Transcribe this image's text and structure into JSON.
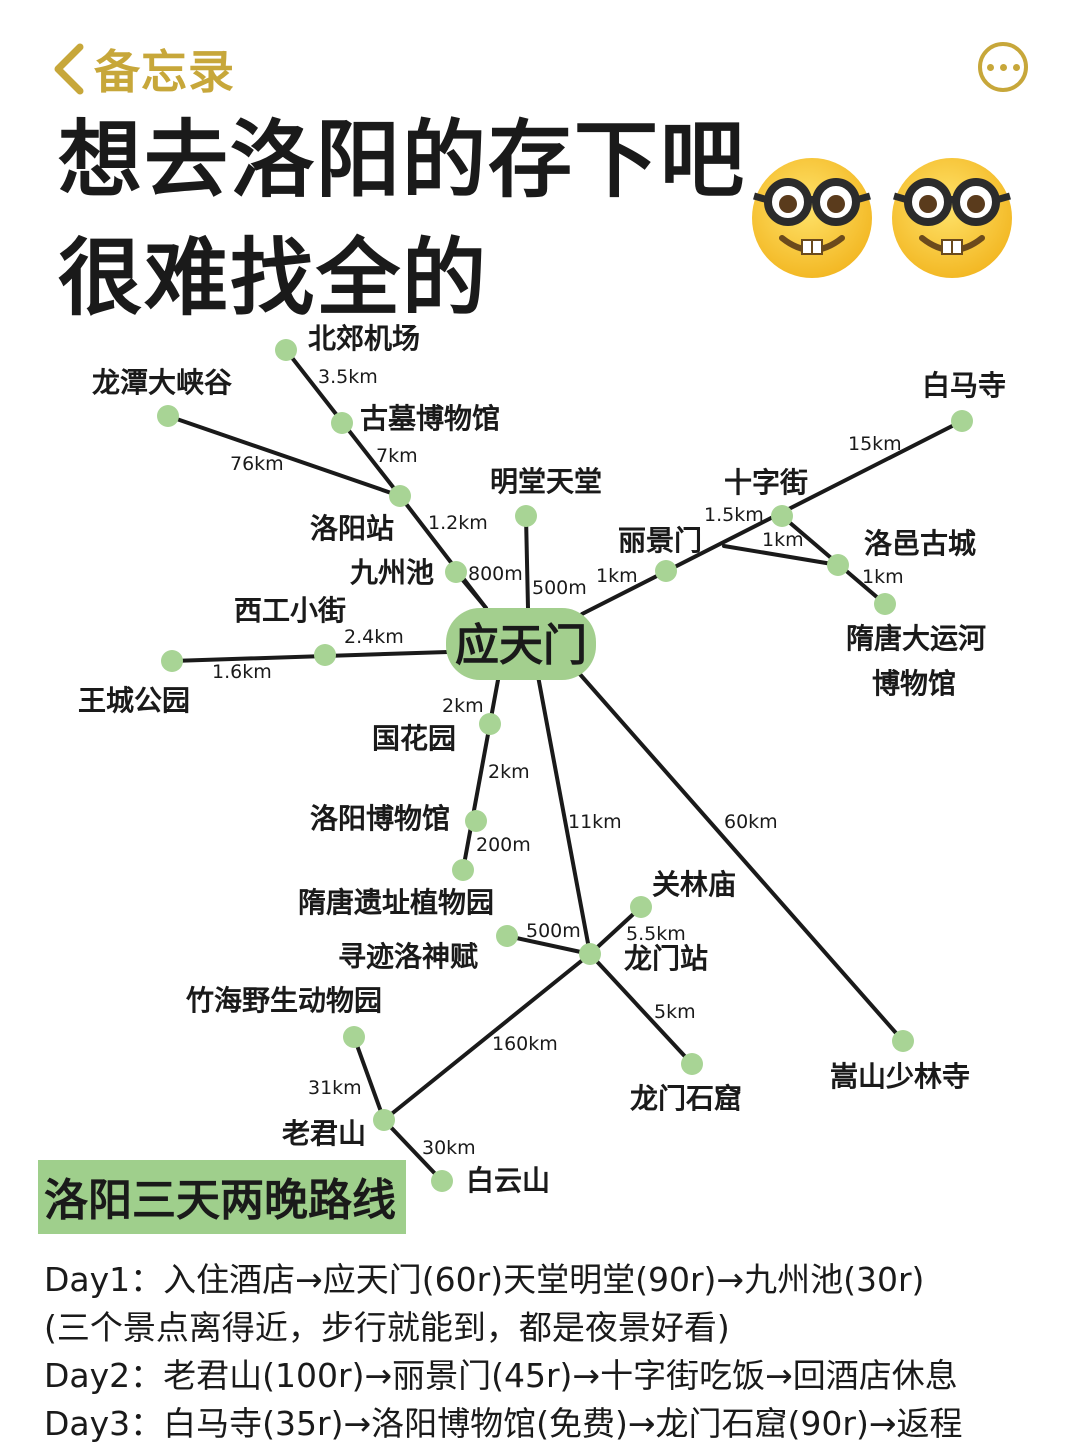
{
  "nav": {
    "back_label": "备忘录"
  },
  "title": {
    "line1": "想去洛阳的存下吧",
    "line2": "很难找全的"
  },
  "colors": {
    "accent": "#c7a73a",
    "node": "#a8d495",
    "hub": "#a3cf8e",
    "line": "#1a1a1a",
    "route_highlight": "#9fcf8c"
  },
  "icons": [
    "chevron-left-icon",
    "more-options-icon",
    "nerd-face-icon"
  ],
  "map": {
    "hub": "应天门",
    "nodes": [
      {
        "id": "beijiao",
        "label": "北郊机场"
      },
      {
        "id": "longtan",
        "label": "龙潭大峡谷"
      },
      {
        "id": "gumu",
        "label": "古墓博物馆"
      },
      {
        "id": "luoyangzhan",
        "label": "洛阳站"
      },
      {
        "id": "jiuzhouchi",
        "label": "九州池"
      },
      {
        "id": "mingtang",
        "label": "明堂天堂"
      },
      {
        "id": "lijingmen",
        "label": "丽景门"
      },
      {
        "id": "shizijie",
        "label": "十字街"
      },
      {
        "id": "baimasi",
        "label": "白马寺"
      },
      {
        "id": "luoyi",
        "label": "洛邑古城"
      },
      {
        "id": "suitang_yunhe",
        "label": "隋唐大运河"
      },
      {
        "id": "suitang_yunhe2",
        "label": "博物馆"
      },
      {
        "id": "xigong",
        "label": "西工小街"
      },
      {
        "id": "wangcheng",
        "label": "王城公园"
      },
      {
        "id": "guohuayuan",
        "label": "国花园"
      },
      {
        "id": "luoyang_bwg",
        "label": "洛阳博物馆"
      },
      {
        "id": "suitang_yizhi",
        "label": "隋唐遗址植物园"
      },
      {
        "id": "xunji",
        "label": "寻迹洛神赋"
      },
      {
        "id": "guanlinmiao",
        "label": "关林庙"
      },
      {
        "id": "longmenzhan",
        "label": "龙门站"
      },
      {
        "id": "zhuhai",
        "label": "竹海野生动物园"
      },
      {
        "id": "longmen_shiku",
        "label": "龙门石窟"
      },
      {
        "id": "songshan",
        "label": "嵩山少林寺"
      },
      {
        "id": "laojunshan",
        "label": "老君山"
      },
      {
        "id": "baiyunshan",
        "label": "白云山"
      }
    ],
    "distances": [
      {
        "id": "d_beijiao",
        "label": "3.5km"
      },
      {
        "id": "d_longtan",
        "label": "76km"
      },
      {
        "id": "d_gumu",
        "label": "7km"
      },
      {
        "id": "d_luoyangzhan",
        "label": "1.2km"
      },
      {
        "id": "d_jiuzhou",
        "label": "800m"
      },
      {
        "id": "d_mingtang",
        "label": "500m"
      },
      {
        "id": "d_lijingmen",
        "label": "1km"
      },
      {
        "id": "d_shizijie",
        "label": "1.5km"
      },
      {
        "id": "d_baima",
        "label": "15km"
      },
      {
        "id": "d_luoyi1",
        "label": "1km"
      },
      {
        "id": "d_luoyi2",
        "label": "1km"
      },
      {
        "id": "d_xigong",
        "label": "2.4km"
      },
      {
        "id": "d_wangcheng",
        "label": "1.6km"
      },
      {
        "id": "d_guohua",
        "label": "2km"
      },
      {
        "id": "d_lybwg",
        "label": "2km"
      },
      {
        "id": "d_suitang",
        "label": "200m"
      },
      {
        "id": "d_longmenzhan",
        "label": "11km"
      },
      {
        "id": "d_songshan",
        "label": "60km"
      },
      {
        "id": "d_xunji",
        "label": "500m"
      },
      {
        "id": "d_guanlin",
        "label": "5.5km"
      },
      {
        "id": "d_shiku",
        "label": "5km"
      },
      {
        "id": "d_laojun",
        "label": "160km"
      },
      {
        "id": "d_zhuhai",
        "label": "31km"
      },
      {
        "id": "d_baiyun",
        "label": "30km"
      }
    ]
  },
  "route": {
    "title": "洛阳三天两晚路线",
    "lines": [
      "Day1：入住酒店→应天门(60r)天堂明堂(90r)→九州池(30r)",
      "(三个景点离得近，步行就能到，都是夜景好看)",
      "Day2：老君山(100r)→丽景门(45r)→十字街吃饭→回酒店休息",
      "Day3：白马寺(35r)→洛阳博物馆(免费)→龙门石窟(90r)→返程"
    ]
  }
}
